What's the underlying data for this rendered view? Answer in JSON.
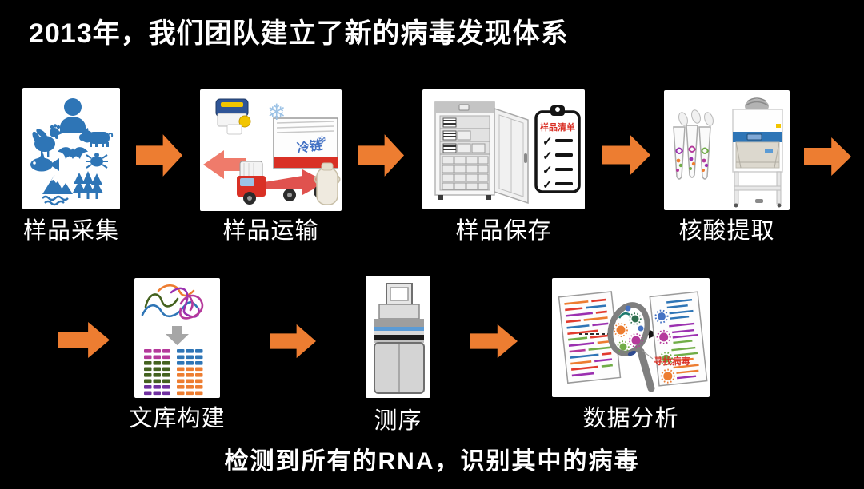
{
  "slide": {
    "title": "2013年，我们团队建立了新的病毒发现体系",
    "caption": "检测到所有的RNA，识别其中的病毒",
    "colors": {
      "background": "#000000",
      "accent_orange": "#ED7D31",
      "pictogram_blue": "#2E75B6",
      "alert_red": "#D93025"
    }
  },
  "steps": [
    {
      "id": "sample-collection",
      "label": "样品采集"
    },
    {
      "id": "sample-transport",
      "label": "样品运输"
    },
    {
      "id": "sample-storage",
      "label": "样品保存"
    },
    {
      "id": "nucleic-acid-extraction",
      "label": "核酸提取"
    },
    {
      "id": "library-construction",
      "label": "文库构建"
    },
    {
      "id": "sequencing",
      "label": "测序"
    },
    {
      "id": "data-analysis",
      "label": "数据分析"
    }
  ],
  "transport": {
    "cold_chain_text": "冷链",
    "snowflake_glyph": "❄"
  },
  "storage": {
    "checklist_title": "样品清单",
    "check_glyph": "✓"
  },
  "analysis": {
    "magnifier_label": "寻找病毒"
  }
}
